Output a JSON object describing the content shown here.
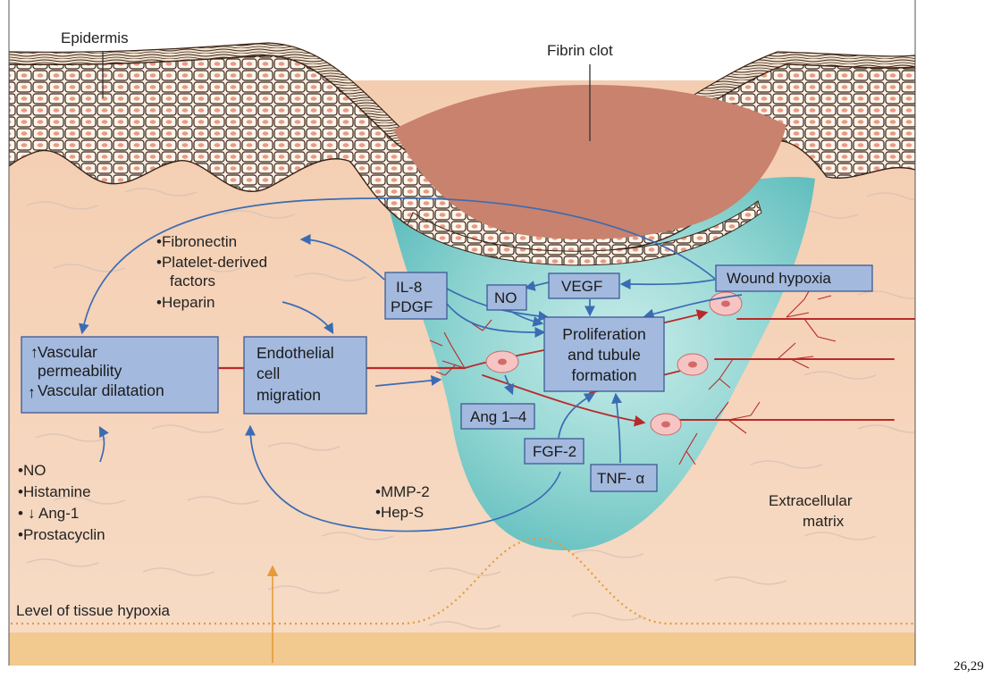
{
  "labels": {
    "epidermis": "Epidermis",
    "fibrin_clot": "Fibrin clot",
    "extracellular_matrix": [
      "Extracellular",
      "matrix"
    ],
    "tissue_hypoxia": "Level of tissue hypoxia"
  },
  "boxes": {
    "vascular": [
      "Vascular",
      "permeability",
      "Vascular dilatation"
    ],
    "endothelial": [
      "Endothelial",
      "cell",
      "migration"
    ],
    "il8_pdgf": [
      "IL-8",
      "PDGF"
    ],
    "no": "NO",
    "vegf": "VEGF",
    "wound_hypoxia": "Wound hypoxia",
    "proliferation": [
      "Proliferation",
      "and tubule",
      "formation"
    ],
    "ang": "Ang 1–4",
    "fgf2": "FGF-2",
    "tnf": "TNF- α"
  },
  "lists": {
    "top": [
      "•Fibronectin",
      "•Platelet-derived",
      "factors",
      "•Heparin"
    ],
    "left": [
      "•NO",
      "•Histamine",
      "Ang-1",
      "•Prostacyclin"
    ],
    "left_ang_prefix": "•",
    "mid": [
      "•MMP-2",
      "•Hep-S"
    ]
  },
  "arrow_glyphs": {
    "up": "↑",
    "down": "↓"
  },
  "citation": "26,29",
  "colors": {
    "box_fill": "#a3b9de",
    "box_stroke": "#3c5a95",
    "blue_arrow": "#3b6cb3",
    "red_vessel": "#b82a2a",
    "clot": "#c9826d",
    "wound_bed": "#8fd2d2",
    "dermis": "#f2c6a3",
    "hypo_layer": "#f2c98f",
    "orange_arrow": "#e59a3c"
  }
}
